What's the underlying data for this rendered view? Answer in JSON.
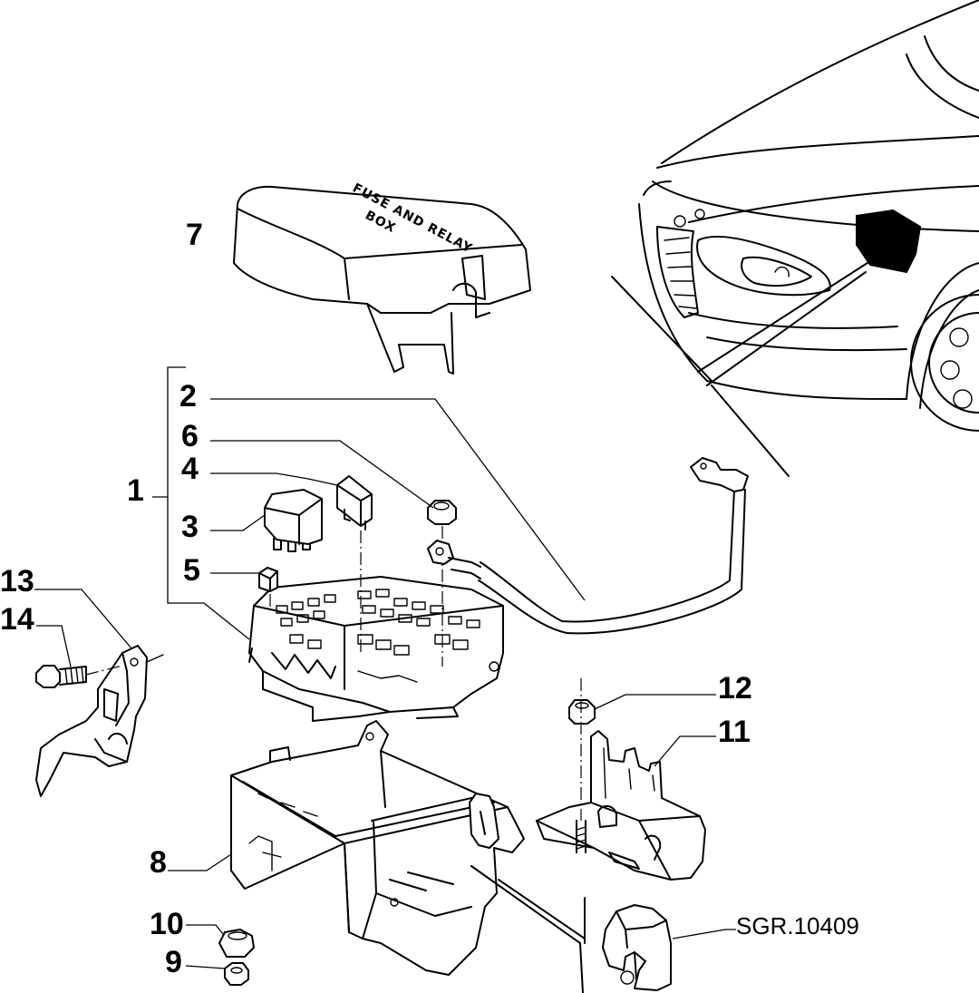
{
  "drawing": {
    "reference_code": "SGR.10409",
    "cover_text_line1": "FUSE AND RELAY",
    "cover_text_line2": "BOX"
  },
  "callouts": [
    {
      "id": "1",
      "text": "1"
    },
    {
      "id": "2",
      "text": "2"
    },
    {
      "id": "3",
      "text": "3"
    },
    {
      "id": "4",
      "text": "4"
    },
    {
      "id": "5",
      "text": "5"
    },
    {
      "id": "6",
      "text": "6"
    },
    {
      "id": "7",
      "text": "7"
    },
    {
      "id": "8",
      "text": "8"
    },
    {
      "id": "9",
      "text": "9"
    },
    {
      "id": "10",
      "text": "10"
    },
    {
      "id": "11",
      "text": "11"
    },
    {
      "id": "12",
      "text": "12"
    },
    {
      "id": "13",
      "text": "13"
    },
    {
      "id": "14",
      "text": "14"
    }
  ]
}
